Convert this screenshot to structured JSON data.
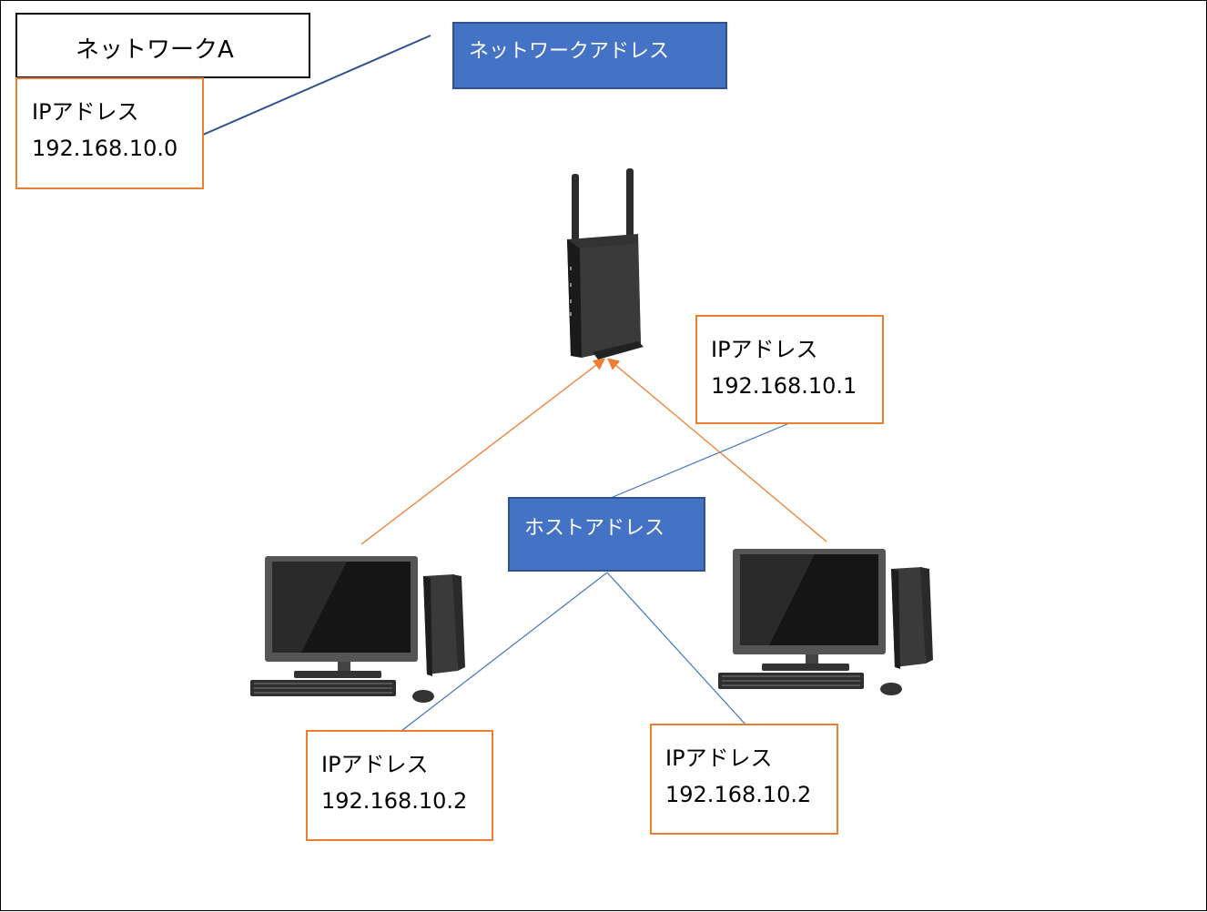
{
  "colors": {
    "box_border": "#ed7d31",
    "callout_fill": "#4472c4",
    "connector": "#4472c4",
    "arrow": "#ed7d31"
  },
  "network_box": {
    "label": "ネットワークA"
  },
  "network_ip": {
    "title": "IPアドレス",
    "value": "192.168.10.0"
  },
  "callout_network": {
    "label": "ネットワークアドレス"
  },
  "callout_host": {
    "label": "ホストアドレス"
  },
  "router_ip": {
    "title": "IPアドレス",
    "value": "192.168.10.1"
  },
  "pc_left_ip": {
    "title": "IPアドレス",
    "value": "192.168.10.2"
  },
  "pc_right_ip": {
    "title": "IPアドレス",
    "value": "192.168.10.2"
  },
  "icons": [
    "router-icon",
    "desktop-pc-icon-left",
    "desktop-pc-icon-right"
  ]
}
